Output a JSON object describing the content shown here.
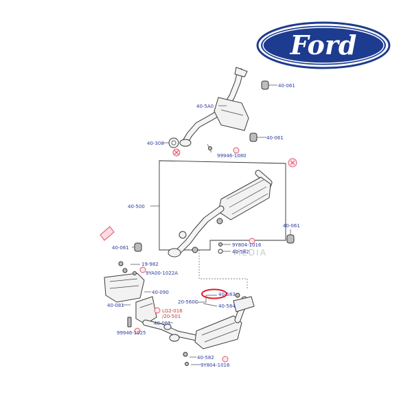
{
  "logo": {
    "text": "Ford",
    "brand_color": "#1d3b8f",
    "border_color": "#1d3b8f"
  },
  "watermark": "MEDIA",
  "callout_color": "#e3172d",
  "labels": {
    "l_40061_top": "40-061",
    "l_405a0": "40-5A0",
    "l_40061_mid": "40-061",
    "l_40308": "40-308",
    "l_9994b1080": "99946-1080",
    "l_40500": "40-500",
    "l_40061_right": "40-061",
    "l_9y8041016_a": "9Y804-1016",
    "l_40582_a": "40-582",
    "l_40061_left": "40-061",
    "l_19982": "19-982",
    "l_9ya001022a": "9YA00-1022A",
    "l_40090": "40-090",
    "l_40081": "40-081",
    "l_40583": "40-583",
    "l_20560c": "20-560C",
    "l_40584": "40-584",
    "l_lg2016": "LG2-016",
    "l_20501": "/20-501",
    "l_40061_low": "40-061",
    "l_99946": "99946-1025",
    "l_40582_b": "40-582",
    "l_9y8041016_b": "9Y804-1016"
  }
}
